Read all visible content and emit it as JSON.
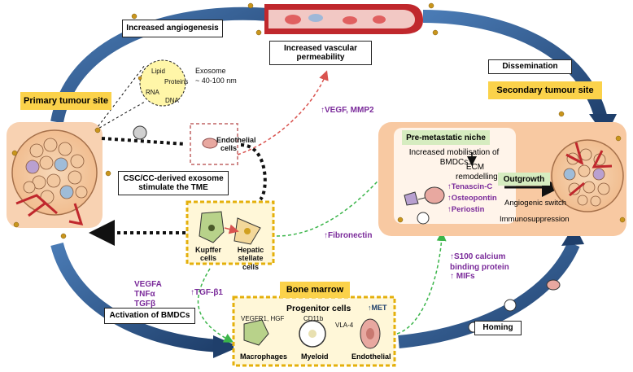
{
  "labels": {
    "increased_angiogenesis": "Increased angiogenesis",
    "increased_permeability": "Increased vascular permeability",
    "dissemination": "Dissemination",
    "primary_site": "Primary tumour site",
    "secondary_site": "Secondary tumour site",
    "exosome_title": "Exosome",
    "exosome_size": "~ 40-100 nm",
    "lipid": "Lipid",
    "proteins": "Proteins",
    "rna": "RNA",
    "dna": "DNA",
    "endothelial_cells": "Endothelial cells",
    "csc_box": "CSC/CC-derived exosome stimulate the TME",
    "kupffer": "Kupffer cells",
    "hepatic": "Hepatic stellate cells",
    "vegf_mmp2": "↑VEGF, MMP2",
    "fibronectin": "↑Fibronectin",
    "pre_metastatic": "Pre-metastatic niche",
    "mobilisation": "Increased mobilisation of BMDCs",
    "ecm": "ECM remodelling",
    "tenascin": "↑Tenascin-C",
    "osteopontin": "↑Osteopontin",
    "periostin": "↑Periostin",
    "outgrowth": "Outgrowth",
    "angiogenic_switch": "Angiogenic switch",
    "immunosuppression": "Immunosuppression",
    "s100": "↑S100 calcium binding protein",
    "mifs": "↑ MIFs",
    "vegfa": "VEGFA",
    "tnfa": "TNFα",
    "tgfb": "TGFβ",
    "tgf_b1": "↑TGF-β1",
    "activation": "Activation of BMDCs",
    "bone_marrow": "Bone marrow",
    "progenitor": "Progenitor cells",
    "met": "↑MET",
    "vegfr1": "VEGFR1, HGF",
    "cd11b": "CD11b",
    "vla4": "VLA-4",
    "macrophages": "Macrophages",
    "myeloid": "Myeloid",
    "endothelial": "Endothelial",
    "homing": "Homing"
  },
  "colors": {
    "arc_blue": "#2f5b8f",
    "yellow": "#fbd24a",
    "purple": "#7a2a9a",
    "panel": "#f8c9a2",
    "green_dash": "#3bb54a",
    "red_dash": "#d9534f"
  }
}
